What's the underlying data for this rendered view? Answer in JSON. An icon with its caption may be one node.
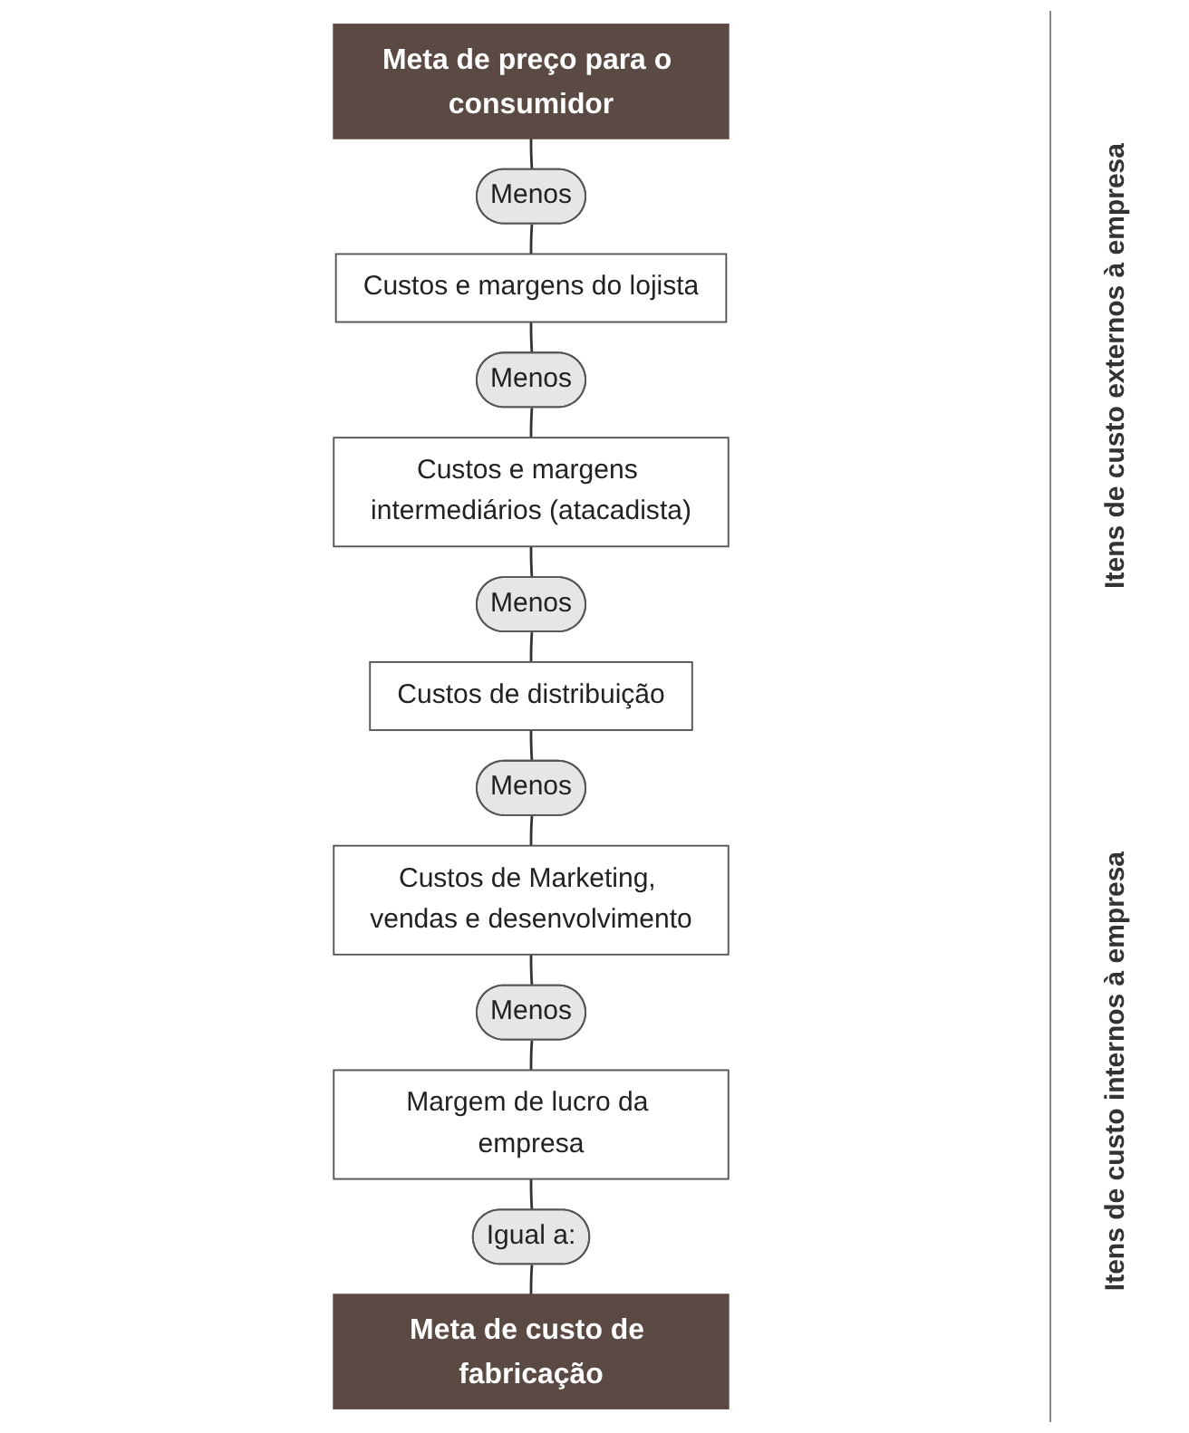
{
  "diagram": {
    "nodes": [
      {
        "text": [
          "Meta de preço para o consumidor"
        ]
      },
      {
        "text": [
          "Menos"
        ]
      },
      {
        "text": [
          "Custos e margens do lojista"
        ]
      },
      {
        "text": [
          "Menos"
        ]
      },
      {
        "text": [
          "Custos e margens intermediários (atacadista)"
        ]
      },
      {
        "text": [
          "Menos"
        ]
      },
      {
        "text": [
          "Custos de distribuição"
        ]
      },
      {
        "text": [
          "Menos"
        ]
      },
      {
        "text": [
          "Custos de Marketing, vendas e desenvolvimento"
        ]
      },
      {
        "text": [
          "Menos"
        ]
      },
      {
        "text": [
          "Margem de lucro da empresa"
        ]
      },
      {
        "text": [
          "Igual a:"
        ]
      },
      {
        "text": [
          "Meta de custo de fabricação"
        ]
      }
    ],
    "edges": [
      {
        "from": 0,
        "to": 1,
        "arrow": "none"
      },
      {
        "from": 1,
        "to": 2,
        "arrow": "none"
      },
      {
        "from": 2,
        "to": 3,
        "arrow": "none"
      },
      {
        "from": 3,
        "to": 4,
        "arrow": "none"
      },
      {
        "from": 4,
        "to": 5,
        "arrow": "none"
      },
      {
        "from": 5,
        "to": 6,
        "arrow": "none"
      },
      {
        "from": 6,
        "to": 7,
        "arrow": "none"
      },
      {
        "from": 7,
        "to": 8,
        "arrow": "none"
      },
      {
        "from": 8,
        "to": 9,
        "arrow": "none"
      },
      {
        "from": 9,
        "to": 10,
        "arrow": "none"
      },
      {
        "from": 10,
        "to": 11,
        "arrow": "none"
      },
      {
        "from": 11,
        "to": 12,
        "arrow": "none"
      }
    ],
    "labels": [
      "Itens de custo externos à empresa",
      "Itens de custo internos à empresa"
    ]
  }
}
